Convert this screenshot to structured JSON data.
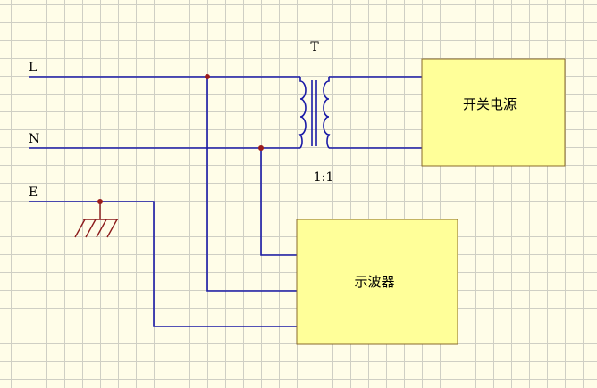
{
  "labels": {
    "line_L": "L",
    "line_N": "N",
    "line_E": "E",
    "transformer": "T",
    "ratio": "1:1",
    "power_supply": "开关电源",
    "oscilloscope": "示波器"
  },
  "colors": {
    "background": "#fffde8",
    "grid": "#cfcfc4",
    "wire": "#1a1aa6",
    "junction": "#9b1c1c",
    "ground": "#8b1a1a",
    "box_fill": "#ffff99",
    "box_stroke": "#8a6a2a"
  },
  "icons": [
    "ground-icon",
    "transformer-symbol"
  ]
}
